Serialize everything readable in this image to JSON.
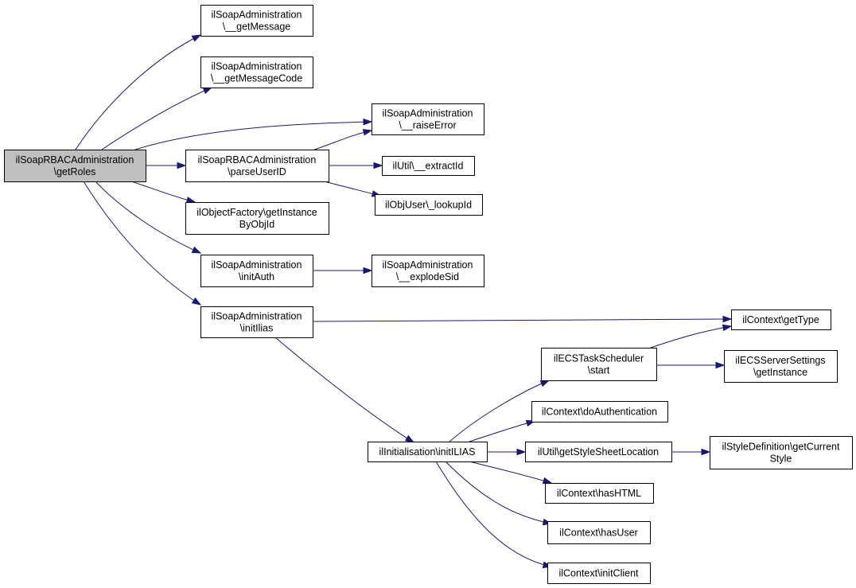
{
  "colors": {
    "edge": "#191970",
    "root_fill": "#bfbfbf",
    "node_fill": "#ffffff",
    "border": "#000000"
  },
  "nodes": [
    {
      "id": "getRoles",
      "lines": [
        "ilSoapRBACAdministration",
        "\\getRoles"
      ],
      "highlighted": true
    },
    {
      "id": "getMessage",
      "lines": [
        "ilSoapAdministration",
        "\\__getMessage"
      ]
    },
    {
      "id": "getMessageCode",
      "lines": [
        "ilSoapAdministration",
        "\\__getMessageCode"
      ]
    },
    {
      "id": "raiseError",
      "lines": [
        "ilSoapAdministration",
        "\\__raiseError"
      ]
    },
    {
      "id": "parseUserID",
      "lines": [
        "ilSoapRBACAdministration",
        "\\parseUserID"
      ]
    },
    {
      "id": "extractId",
      "lines": [
        "ilUtil\\__extractId"
      ]
    },
    {
      "id": "lookupId",
      "lines": [
        "ilObjUser\\_lookupId"
      ]
    },
    {
      "id": "getInstanceByObjId",
      "lines": [
        "ilObjectFactory\\getInstance",
        "ByObjId"
      ]
    },
    {
      "id": "initAuth",
      "lines": [
        "ilSoapAdministration",
        "\\initAuth"
      ]
    },
    {
      "id": "explodeSid",
      "lines": [
        "ilSoapAdministration",
        "\\__explodeSid"
      ]
    },
    {
      "id": "initIlias",
      "lines": [
        "ilSoapAdministration",
        "\\initIlias"
      ]
    },
    {
      "id": "getType",
      "lines": [
        "ilContext\\getType"
      ]
    },
    {
      "id": "ecsStart",
      "lines": [
        "ilECSTaskScheduler",
        "\\start"
      ]
    },
    {
      "id": "ecsGetInstance",
      "lines": [
        "ilECSServerSettings",
        "\\getInstance"
      ]
    },
    {
      "id": "doAuthentication",
      "lines": [
        "ilContext\\doAuthentication"
      ]
    },
    {
      "id": "initILIAS",
      "lines": [
        "ilInitialisation\\initILIAS"
      ]
    },
    {
      "id": "getStyleSheetLocation",
      "lines": [
        "ilUtil\\getStyleSheetLocation"
      ]
    },
    {
      "id": "getCurrentStyle",
      "lines": [
        "ilStyleDefinition\\getCurrent",
        "Style"
      ]
    },
    {
      "id": "hasHTML",
      "lines": [
        "ilContext\\hasHTML"
      ]
    },
    {
      "id": "hasUser",
      "lines": [
        "ilContext\\hasUser"
      ]
    },
    {
      "id": "initClient",
      "lines": [
        "ilContext\\initClient"
      ]
    }
  ],
  "edges": [
    {
      "from": "getRoles",
      "to": "getMessage"
    },
    {
      "from": "getRoles",
      "to": "getMessageCode"
    },
    {
      "from": "getRoles",
      "to": "raiseError"
    },
    {
      "from": "getRoles",
      "to": "parseUserID"
    },
    {
      "from": "getRoles",
      "to": "getInstanceByObjId"
    },
    {
      "from": "getRoles",
      "to": "initAuth"
    },
    {
      "from": "getRoles",
      "to": "initIlias"
    },
    {
      "from": "parseUserID",
      "to": "raiseError"
    },
    {
      "from": "parseUserID",
      "to": "extractId"
    },
    {
      "from": "parseUserID",
      "to": "lookupId"
    },
    {
      "from": "initAuth",
      "to": "explodeSid"
    },
    {
      "from": "initIlias",
      "to": "getType"
    },
    {
      "from": "initIlias",
      "to": "initILIAS"
    },
    {
      "from": "initILIAS",
      "to": "ecsStart"
    },
    {
      "from": "initILIAS",
      "to": "doAuthentication"
    },
    {
      "from": "initILIAS",
      "to": "getStyleSheetLocation"
    },
    {
      "from": "initILIAS",
      "to": "hasHTML"
    },
    {
      "from": "initILIAS",
      "to": "hasUser"
    },
    {
      "from": "initILIAS",
      "to": "initClient"
    },
    {
      "from": "ecsStart",
      "to": "getType"
    },
    {
      "from": "ecsStart",
      "to": "ecsGetInstance"
    },
    {
      "from": "getStyleSheetLocation",
      "to": "getCurrentStyle"
    }
  ]
}
